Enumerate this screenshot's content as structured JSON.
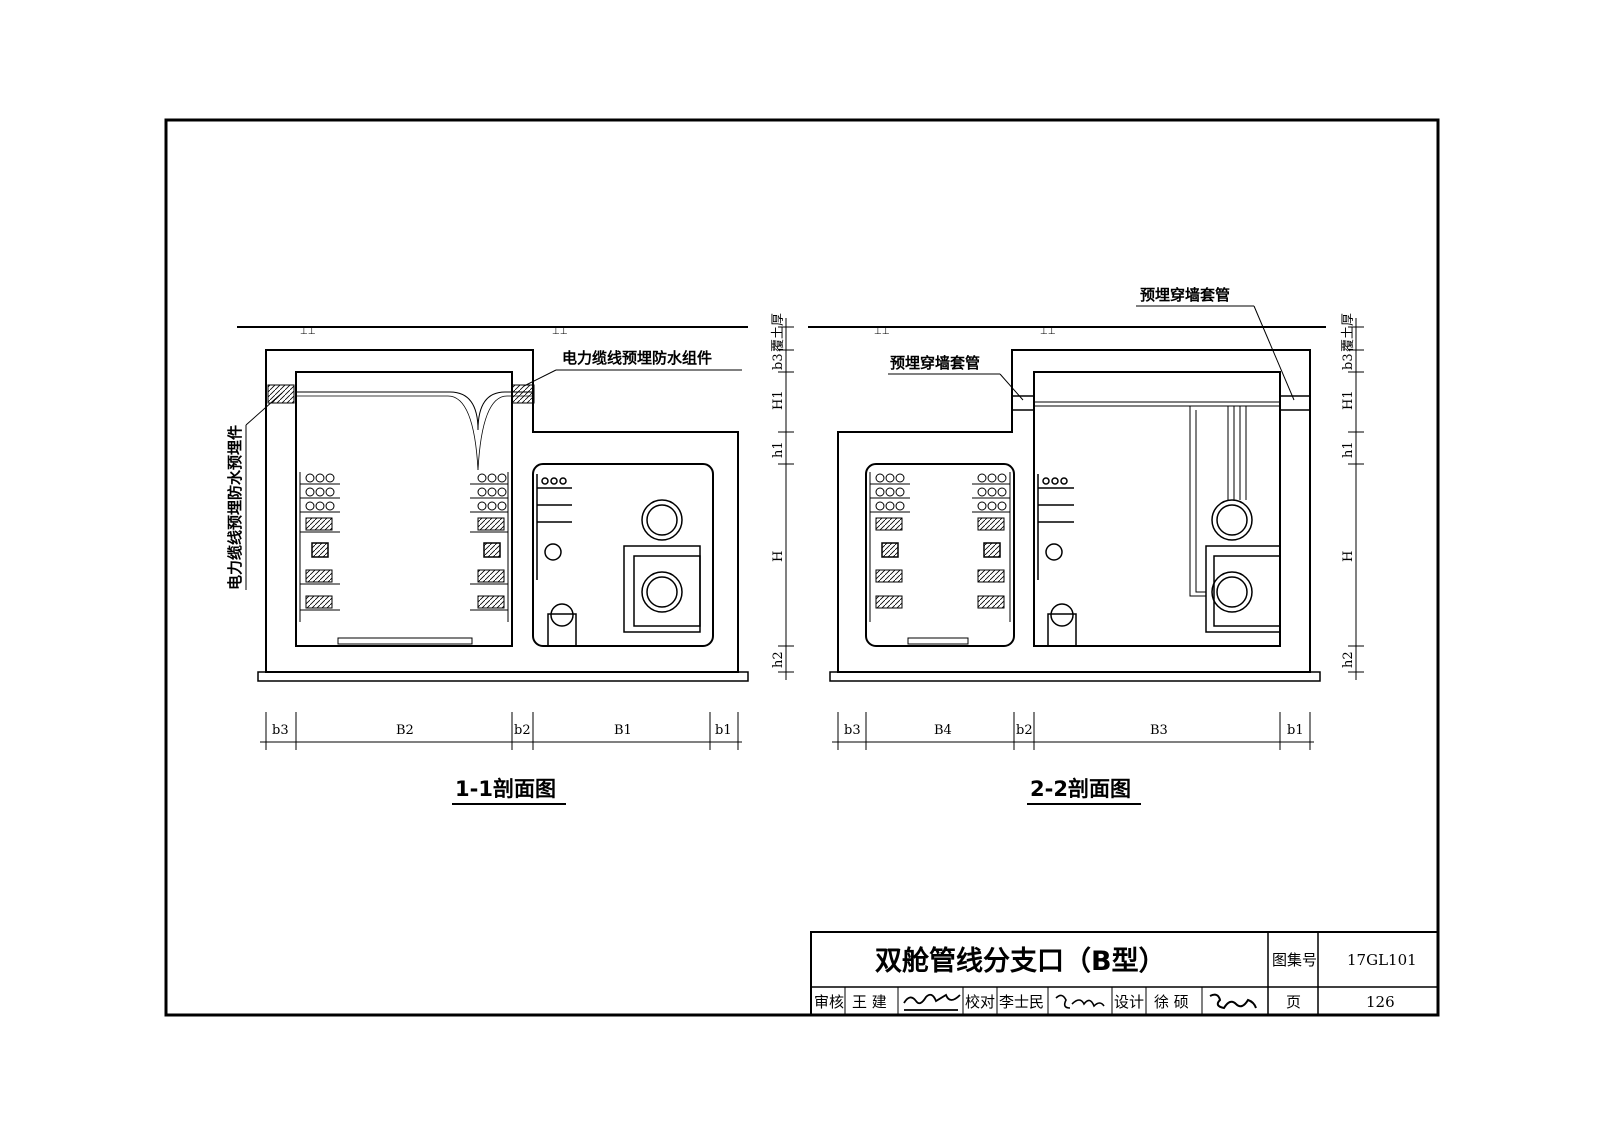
{
  "sections": [
    {
      "title": "1-1剖面图",
      "callouts": [
        "电力缆线预埋防水组件",
        "电力缆线预埋防水预埋件"
      ],
      "vertical_dims": [
        "覆土厚",
        "b3",
        "H1",
        "h1",
        "H",
        "h2"
      ],
      "horizontal_dims": [
        "b3",
        "B2",
        "b2",
        "B1",
        "b1"
      ]
    },
    {
      "title": "2-2剖面图",
      "callouts": [
        "预埋穿墙套管",
        "预埋穿墙套管"
      ],
      "vertical_dims": [
        "覆土厚",
        "b3",
        "H1",
        "h1",
        "H",
        "h2"
      ],
      "horizontal_dims": [
        "b3",
        "B4",
        "b2",
        "B3",
        "b1"
      ]
    }
  ],
  "title_block": {
    "title": "双舱管线分支口（B型）",
    "atlas_label": "图集号",
    "atlas_no": "17GL101",
    "review_label": "审核",
    "review_name": "王 建",
    "check_label": "校对",
    "check_name": "李士民",
    "design_label": "设计",
    "design_name": "徐 硕",
    "page_label": "页",
    "page_no": "126"
  }
}
